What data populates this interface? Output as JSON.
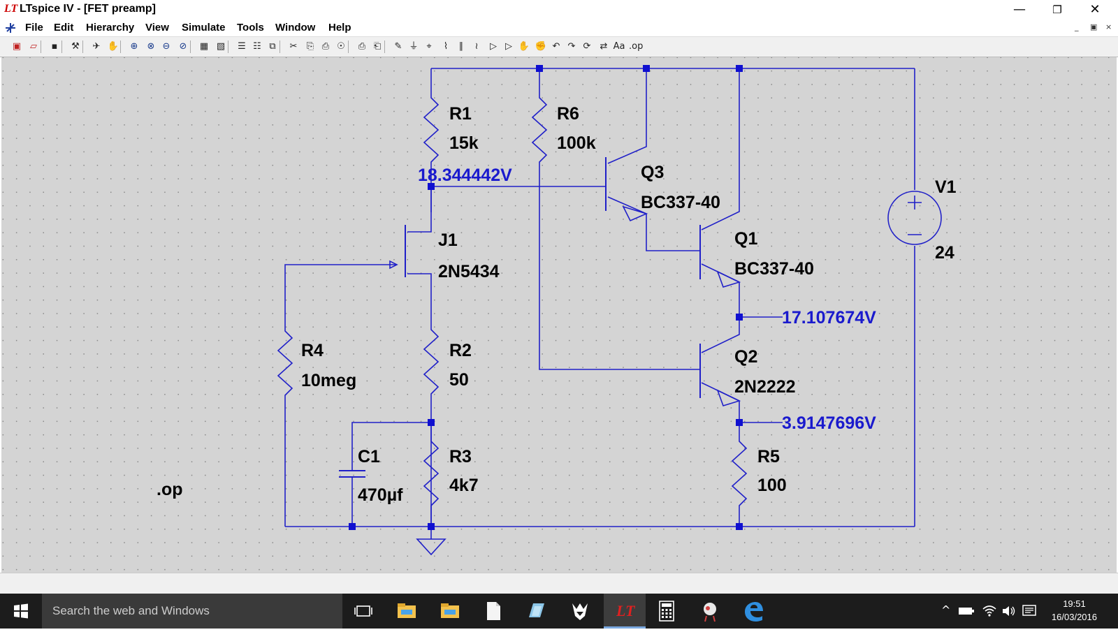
{
  "window": {
    "title": "LTspice IV - [FET preamp]",
    "logo": "LT",
    "buttons": {
      "minimize": "—",
      "restore": "❐",
      "close": "✕"
    }
  },
  "menu": {
    "items": [
      "File",
      "Edit",
      "Hierarchy",
      "View",
      "Simulate",
      "Tools",
      "Window",
      "Help"
    ],
    "mdi": {
      "minimize": "_",
      "restore": "▣",
      "close": "×"
    }
  },
  "toolbar": {
    "icons": [
      "new-schematic-icon",
      "open-icon",
      "save-icon",
      "control-panel-icon",
      "run-icon",
      "halt-icon",
      "zoom-in-icon",
      "zoom-area-icon",
      "zoom-out-icon",
      "zoom-fit-icon",
      "autorange-icon",
      "mark-unused-icon",
      "tile-horizontal-icon",
      "tile-vertical-icon",
      "cascade-icon",
      "cut-icon",
      "copy-icon",
      "paste-icon",
      "find-icon",
      "print-icon",
      "print-preview-icon",
      "wire-icon",
      "ground-icon",
      "label-net-icon",
      "resistor-icon",
      "capacitor-icon",
      "inductor-icon",
      "diode-icon",
      "component-icon",
      "move-icon",
      "drag-icon",
      "undo-icon",
      "redo-icon",
      "rotate-icon",
      "mirror-icon",
      "text-icon",
      "spice-directive-icon"
    ],
    "glyphs": [
      "▣",
      "▱",
      "▪",
      "⚒",
      "✈",
      "✋",
      "⊕",
      "⊗",
      "⊖",
      "⊘",
      "▦",
      "▧",
      "☰",
      "☷",
      "⧉",
      "✂",
      "⎘",
      "⎙",
      "☉",
      "⎙",
      "⎗",
      "✎",
      "⏚",
      "⌖",
      "⌇",
      "∥",
      "≀",
      "▷",
      "▷",
      "✋",
      "✊",
      "↶",
      "↷",
      "⟳",
      "⇄",
      "Aa",
      ".op"
    ]
  },
  "schematic": {
    "components": [
      {
        "ref": "R1",
        "value": "15k"
      },
      {
        "ref": "R6",
        "value": "100k"
      },
      {
        "ref": "Q3",
        "value": "BC337-40"
      },
      {
        "ref": "V1",
        "value": "24"
      },
      {
        "ref": "J1",
        "value": "2N5434"
      },
      {
        "ref": "Q1",
        "value": "BC337-40"
      },
      {
        "ref": "R4",
        "value": "10meg"
      },
      {
        "ref": "R2",
        "value": "50"
      },
      {
        "ref": "Q2",
        "value": "2N2222"
      },
      {
        "ref": "C1",
        "value": "470µf"
      },
      {
        "ref": "R3",
        "value": "4k7"
      },
      {
        "ref": "R5",
        "value": "100"
      }
    ],
    "voltages": {
      "j1_drain": "18.344442V",
      "q1_emitter": "17.107674V",
      "q2_emitter": "3.9147696V"
    },
    "directive": ".op",
    "colors": {
      "wire": "#2020c8",
      "node": "#1010d0",
      "voltage": "#1a1acd",
      "background": "#d4d4d4"
    }
  },
  "taskbar": {
    "search_placeholder": "Search the web and Windows",
    "apps": [
      "task-view-icon",
      "file-explorer-icon",
      "file-explorer-2-icon",
      "document-icon",
      "paint-icon",
      "inkscape-icon",
      "ltspice-icon",
      "calculator-icon",
      "snipping-icon",
      "edge-icon"
    ],
    "tray": {
      "chevron": "^",
      "battery": "▭",
      "wifi": "◠",
      "volume": "🔈",
      "notifications": "☷"
    },
    "time": "19:51",
    "date": "16/03/2016"
  }
}
